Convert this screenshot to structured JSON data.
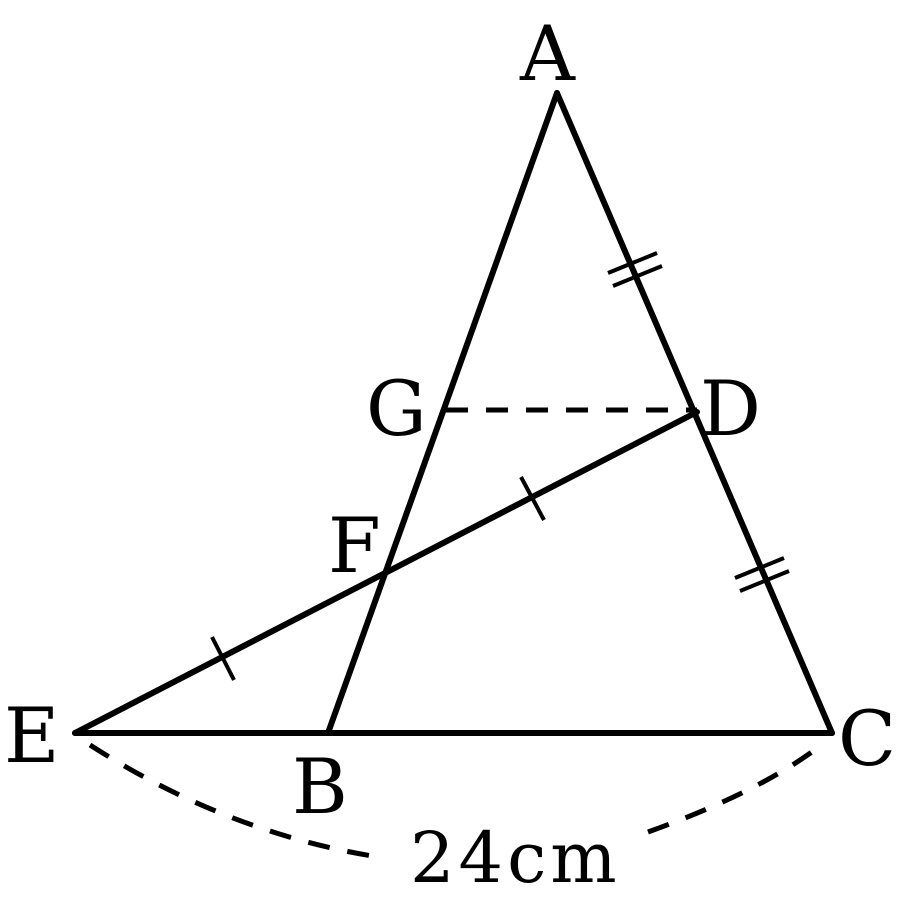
{
  "figure": {
    "points": {
      "A": "A",
      "B": "B",
      "C": "C",
      "D": "D",
      "E": "E",
      "F": "F",
      "G": "G"
    },
    "measurement_label": "24cm"
  }
}
